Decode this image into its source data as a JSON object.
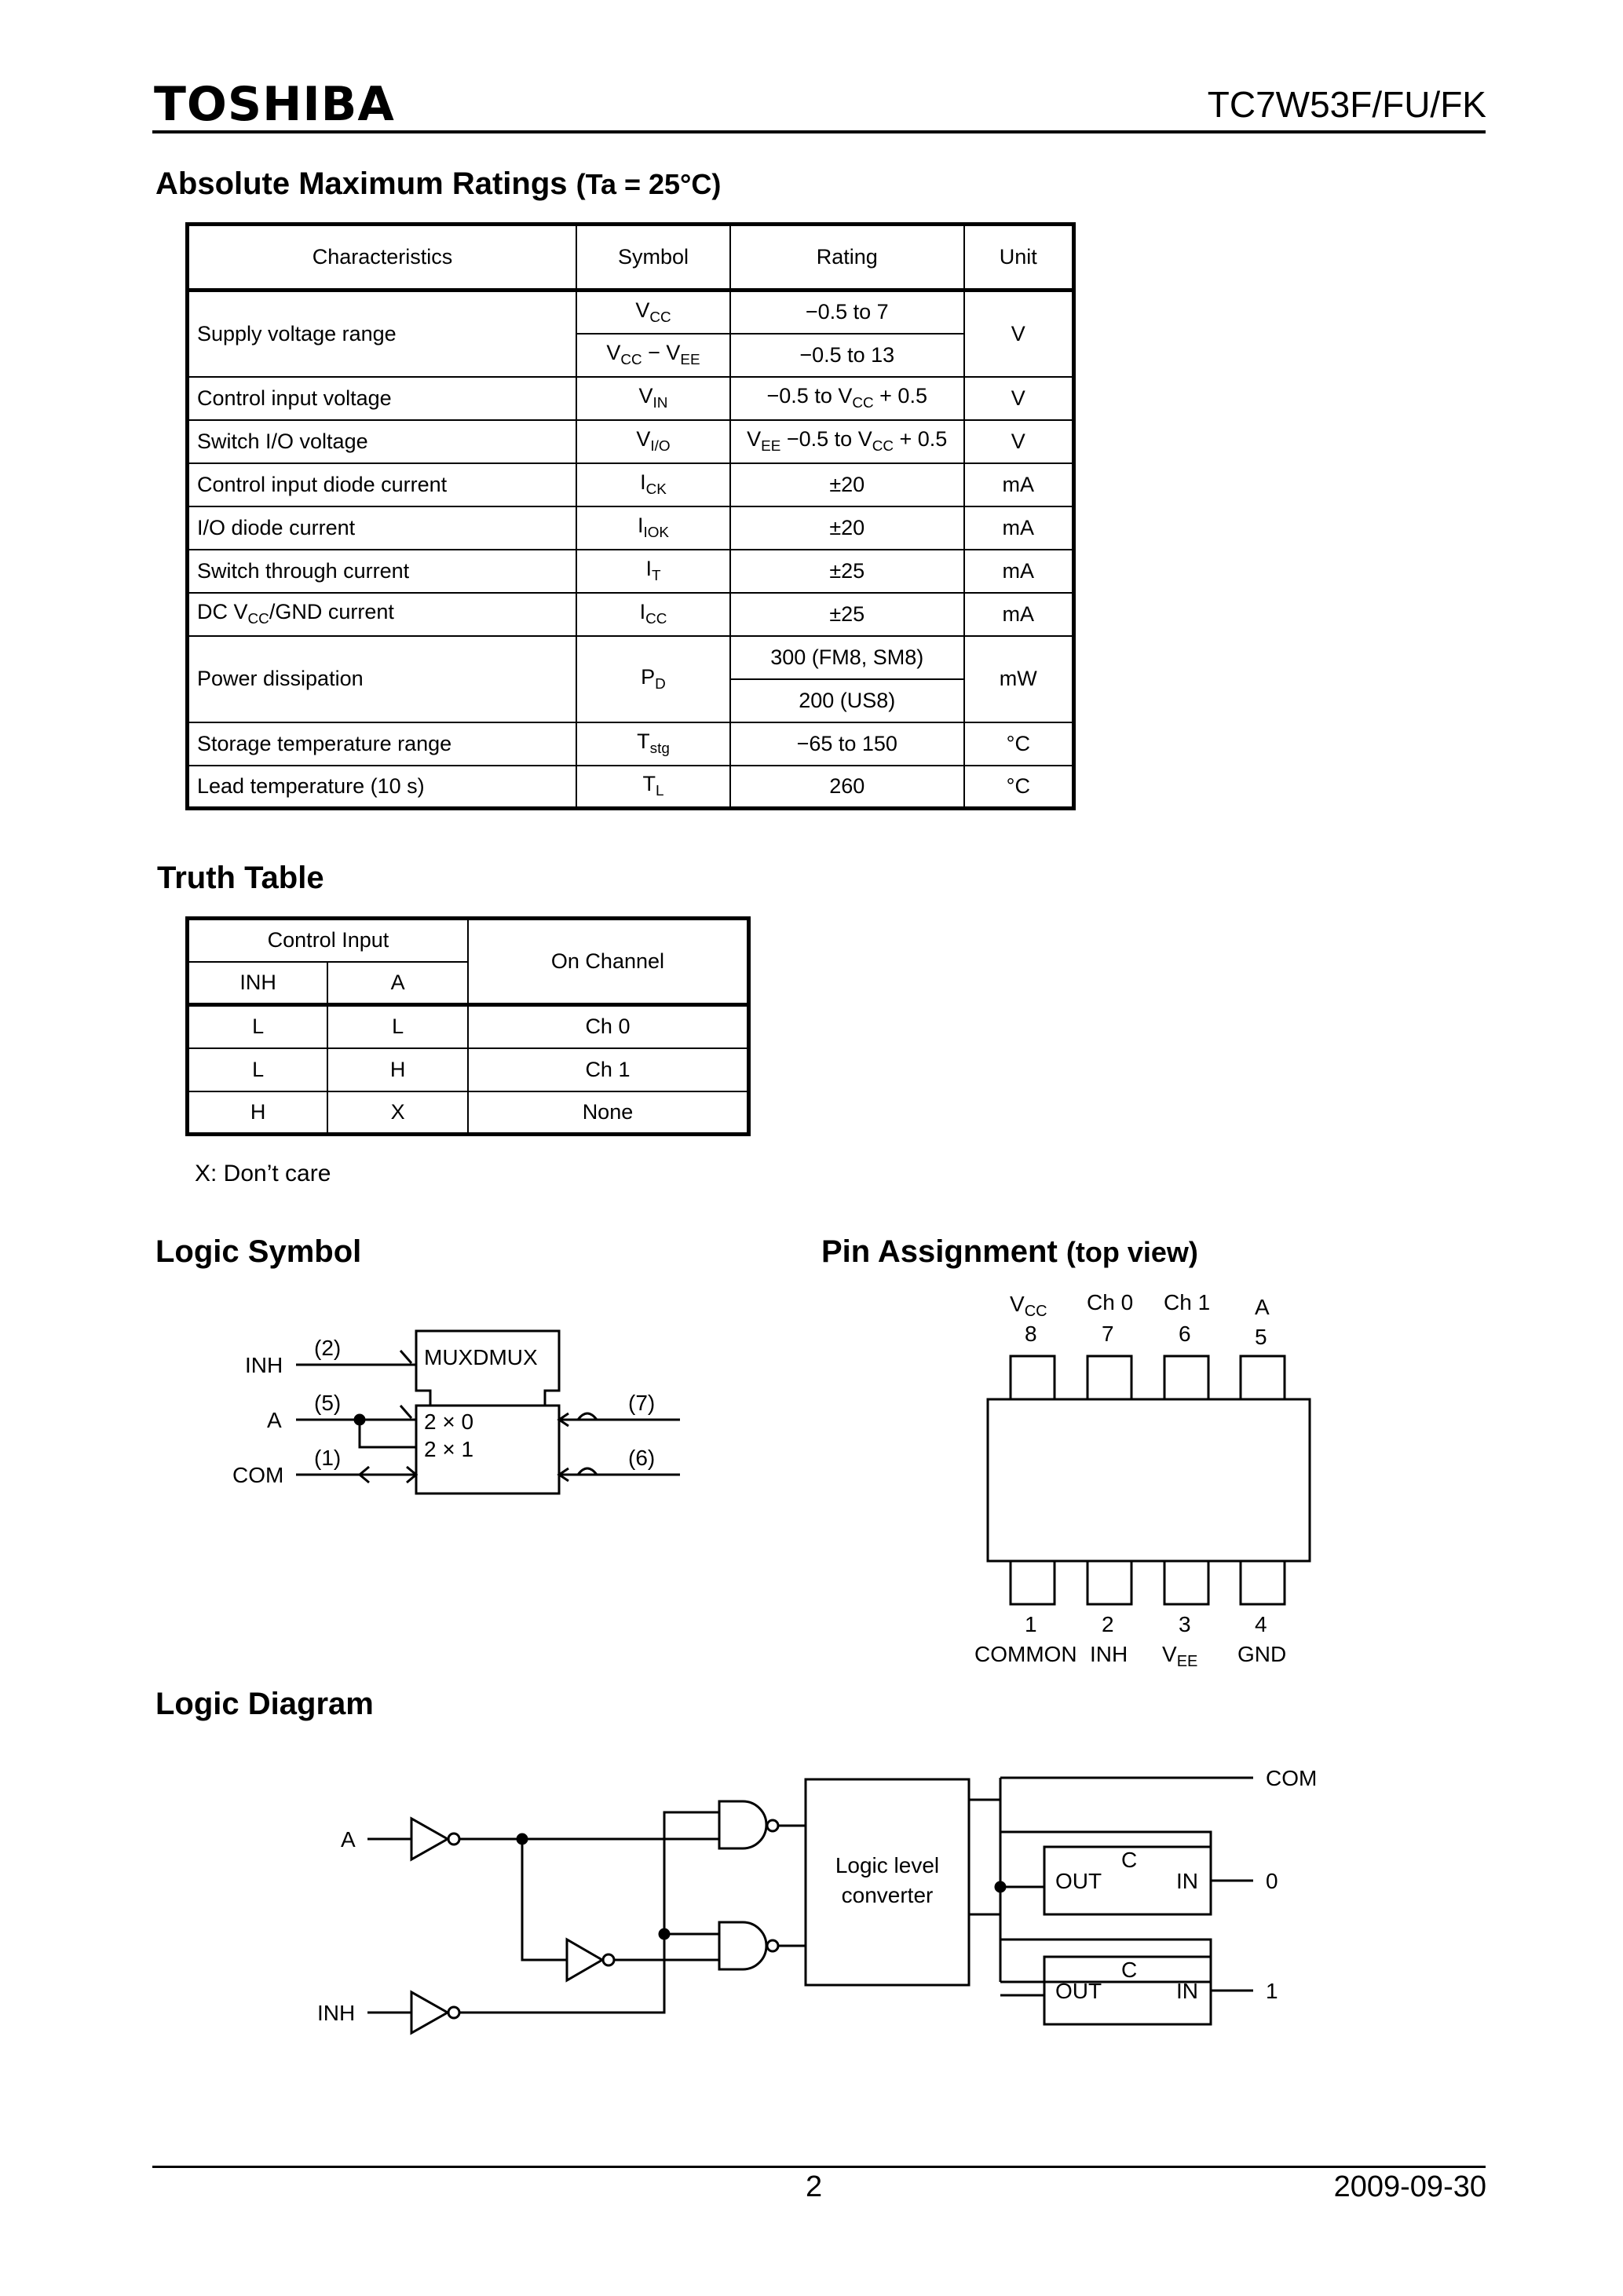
{
  "header": {
    "brand": "TOSHIBA",
    "part_number": "TC7W53F/FU/FK"
  },
  "abs_max": {
    "title": "Absolute Maximum Ratings",
    "condition": "(Ta = 25°C)",
    "col_headers": [
      "Characteristics",
      "Symbol",
      "Rating",
      "Unit"
    ],
    "rows": [
      {
        "char": "Supply voltage range",
        "sym1": "V",
        "sub1": "CC",
        "rating": "−0.5 to 7",
        "unit": "V"
      },
      {
        "sym_a": "V",
        "sub_a": "CC",
        "sym_mid": " − V",
        "sub_b": "EE",
        "rating": "−0.5 to 13"
      },
      {
        "char": "Control input voltage",
        "sym": "V",
        "sub": "IN",
        "rating_a": "−0.5 to V",
        "rating_sub": "CC",
        "rating_b": " + 0.5",
        "unit": "V"
      },
      {
        "char": "Switch I/O voltage",
        "sym": "V",
        "sub": "I/O",
        "rating_a": "V",
        "rating_sub1": "EE",
        "rating_mid": " −0.5 to V",
        "rating_sub2": "CC",
        "rating_b": " + 0.5",
        "unit": "V"
      },
      {
        "char": "Control input diode current",
        "sym": "I",
        "sub": "CK",
        "rating": "±20",
        "unit": "mA"
      },
      {
        "char": "I/O diode current",
        "sym": "I",
        "sub": "IOK",
        "rating": "±20",
        "unit": "mA"
      },
      {
        "char": "Switch through current",
        "sym": "I",
        "sub": "T",
        "rating": "±25",
        "unit": "mA"
      },
      {
        "char_a": "DC V",
        "char_sub": "CC",
        "char_b": "/GND current",
        "sym": "I",
        "sub": "CC",
        "rating": "±25",
        "unit": "mA"
      },
      {
        "char": "Power dissipation",
        "sym": "P",
        "sub": "D",
        "rating": "300 (FM8, SM8)",
        "unit": "mW"
      },
      {
        "rating": "200 (US8)"
      },
      {
        "char": "Storage temperature range",
        "sym": "T",
        "sub": "stg",
        "rating": "−65 to 150",
        "unit": "°C"
      },
      {
        "char": "Lead temperature (10 s)",
        "sym": "T",
        "sub": "L",
        "rating": "260",
        "unit": "°C"
      }
    ]
  },
  "truth_table": {
    "title": "Truth Table",
    "control_input": "Control Input",
    "on_channel": "On Channel",
    "inh": "INH",
    "a": "A",
    "rows": [
      {
        "inh": "L",
        "a": "L",
        "ch": "Ch 0"
      },
      {
        "inh": "L",
        "a": "H",
        "ch": "Ch 1"
      },
      {
        "inh": "H",
        "a": "X",
        "ch": "None"
      }
    ],
    "note": "X:  Don’t care"
  },
  "logic_symbol": {
    "title": "Logic Symbol",
    "inh": "INH",
    "a": "A",
    "com": "COM",
    "p2": "(2)",
    "p5": "(5)",
    "p1": "(1)",
    "p7": "(7)",
    "p6": "(6)",
    "box_title": "MUXDMUX",
    "r1": "2 × 0",
    "r2": "2 × 1"
  },
  "pin_assignment": {
    "title": "Pin Assignment",
    "subtitle": "(top view)",
    "top_pins": [
      {
        "name": "V",
        "sub": "CC",
        "num": "8"
      },
      {
        "name": "Ch 0",
        "num": "7"
      },
      {
        "name": "Ch 1",
        "num": "6"
      },
      {
        "name": "A",
        "num": "5"
      }
    ],
    "bottom_pins": [
      {
        "num": "1",
        "name": "COMMON"
      },
      {
        "num": "2",
        "name": "INH"
      },
      {
        "num": "3",
        "name": "V",
        "sub": "EE"
      },
      {
        "num": "4",
        "name": "GND"
      }
    ]
  },
  "logic_diagram": {
    "title": "Logic Diagram",
    "a": "A",
    "inh": "INH",
    "converter_1": "Logic level",
    "converter_2": "converter",
    "com": "COM",
    "out": "OUT",
    "in": "IN",
    "c": "C",
    "ch0": "0",
    "ch1": "1"
  },
  "footer": {
    "page": "2",
    "date": "2009-09-30"
  }
}
